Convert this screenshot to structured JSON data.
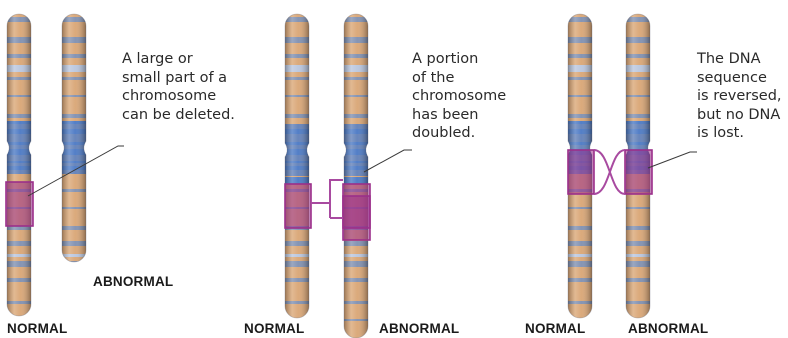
{
  "colors": {
    "band_light": "#d9a574",
    "band_dark": "#7f8fb0",
    "band_blue": "#4a78c4",
    "highlight": "#9b2f8a",
    "connector": "#a84aa0"
  },
  "panels": [
    {
      "description": [
        "A large or",
        "small part of a",
        "chromosome",
        "can be deleted."
      ],
      "normal_label": "NORMAL",
      "abnormal_label": "ABNORMAL"
    },
    {
      "description": [
        "A portion",
        "of the",
        "chromosome",
        "has been",
        "doubled."
      ],
      "normal_label": "NORMAL",
      "abnormal_label": "ABNORMAL"
    },
    {
      "description": [
        "The DNA",
        "sequence",
        "is reversed,",
        "but no DNA",
        "is lost."
      ],
      "normal_label": "NORMAL",
      "abnormal_label": "ABNORMAL"
    }
  ]
}
